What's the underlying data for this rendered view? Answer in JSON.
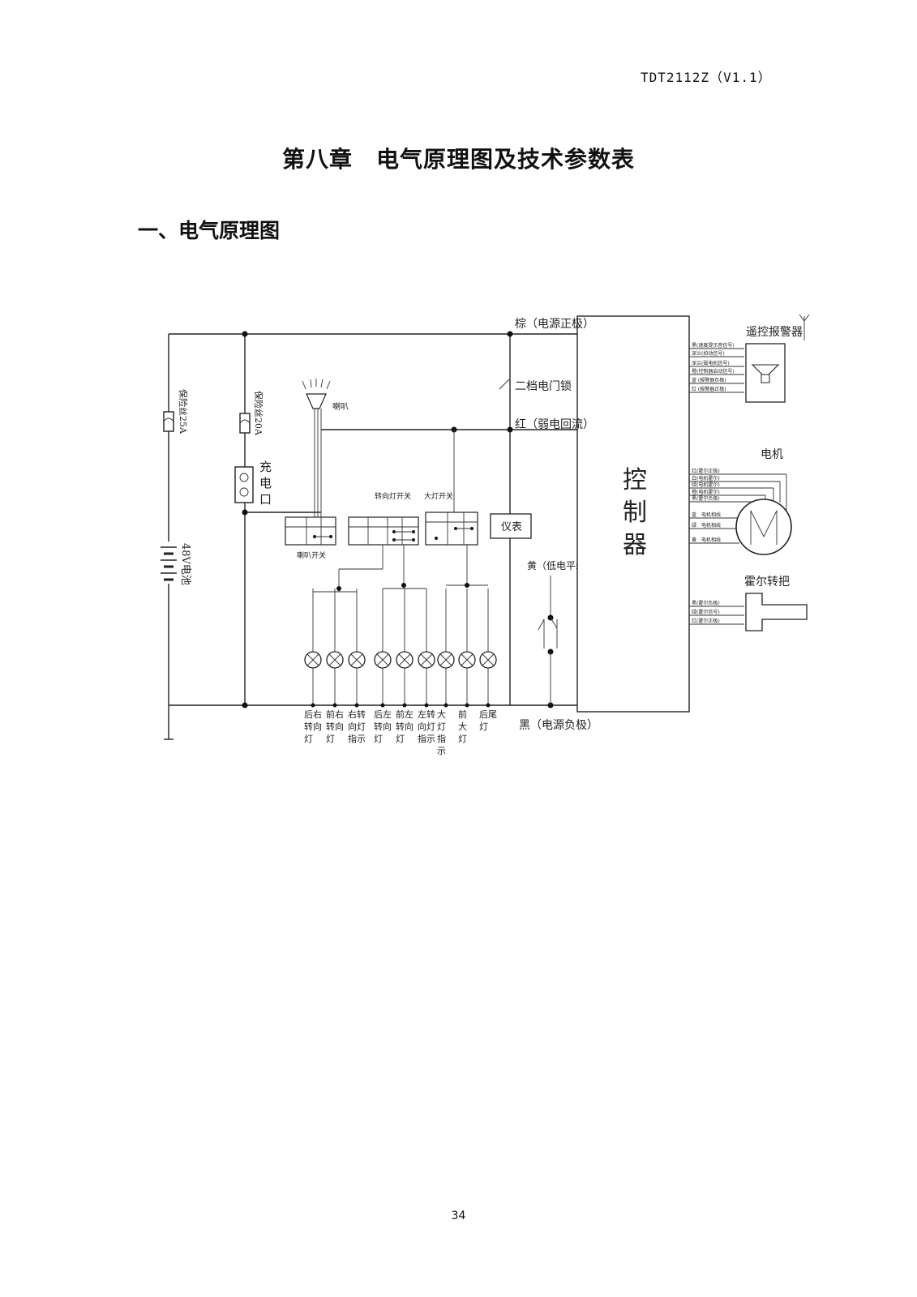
{
  "header": {
    "doc_id": "TDT2112Z（V1.1）"
  },
  "chapter_title": "第八章　电气原理图及技术参数表",
  "section_title": "一、电气原理图",
  "diagram": {
    "wire_brown": "棕（电源正极）",
    "ignition_lock": "二档电门锁",
    "wire_red": "红（弱电回流）",
    "wire_yellow": "黄（低电平刹车）",
    "wire_black": "黑（电源负极）",
    "fuse_25a": "保险丝25A",
    "fuse_20a": "保险丝20A",
    "charge_port": [
      "充",
      "电",
      "口"
    ],
    "battery": "48V电池",
    "horn": "喇叭",
    "horn_switch": "喇叭开关",
    "turn_switch": "转向灯开关",
    "headlight_switch": "大灯开关",
    "meter": "仪表",
    "controller": [
      "控",
      "制",
      "器"
    ],
    "alarm": "遥控报警器",
    "alarm_wires": [
      "黑(速度提示音信号)",
      "深兰(拍动信号)",
      "深兰(磁电机信号)",
      "橙(控制器启动信号)",
      "蓝 (报警器负极)",
      "红 (报警器正极)"
    ],
    "motor": "电机",
    "motor_wires": [
      "红(霍尔正极)",
      "白(电机霍尔)",
      "绿(电机霍尔)",
      "橙(电机霍尔)",
      "黑(霍尔负极)",
      "蓝　电机相线",
      "绿　电机相线",
      "黄　电机相线"
    ],
    "hall_throttle": "霍尔转把",
    "throttle_wires": [
      "黑(霍尔负极)",
      "绿(霍尔信号)",
      "红(霍尔正极)"
    ],
    "lamps": [
      [
        "后右",
        "转向",
        "灯"
      ],
      [
        "前右",
        "转向",
        "灯"
      ],
      [
        "右转",
        "向灯",
        "指示"
      ],
      [
        "后左",
        "转向",
        "灯"
      ],
      [
        "前左",
        "转向",
        "灯"
      ],
      [
        "左转",
        "向灯",
        "指示"
      ],
      [
        "大",
        "灯",
        "指",
        "示"
      ],
      [
        "前",
        "大",
        "灯"
      ],
      [
        "后尾",
        "灯"
      ]
    ]
  }
}
